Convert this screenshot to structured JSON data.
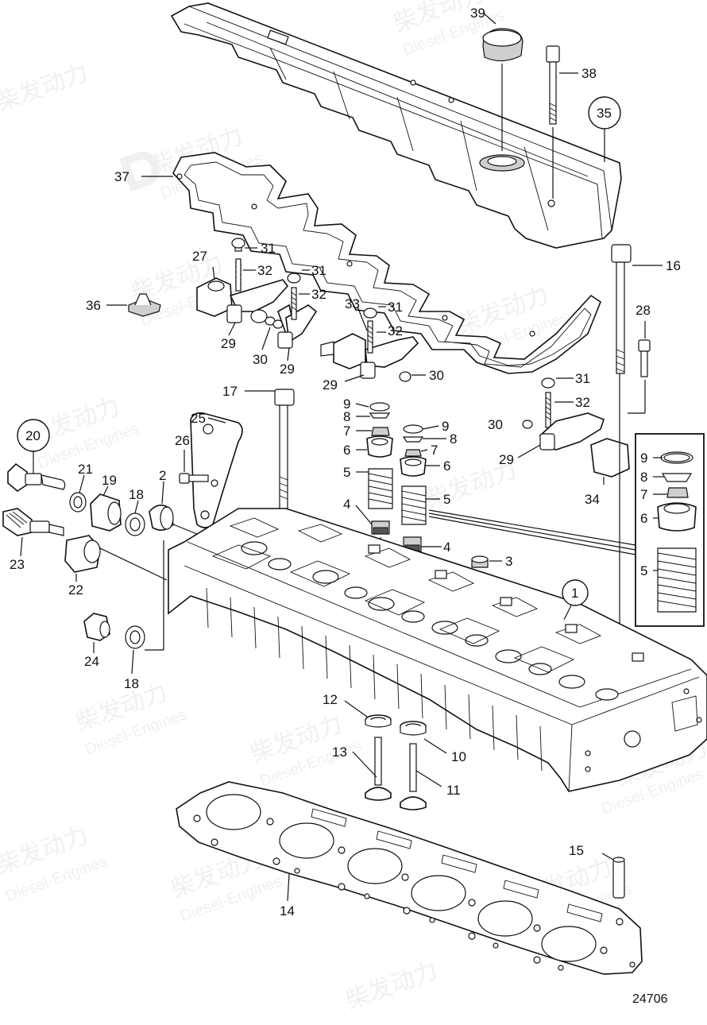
{
  "diagram": {
    "drawing_number": "24706",
    "watermark": {
      "cn": "柴发动力",
      "en": "Diesel-Engines"
    },
    "callouts": [
      {
        "id": "39",
        "text": "39"
      },
      {
        "id": "38",
        "text": "38"
      },
      {
        "id": "35",
        "text": "35",
        "circled": true
      },
      {
        "id": "37",
        "text": "37"
      },
      {
        "id": "16",
        "text": "16"
      },
      {
        "id": "27",
        "text": "27"
      },
      {
        "id": "31a",
        "text": "31"
      },
      {
        "id": "32a",
        "text": "32"
      },
      {
        "id": "31b",
        "text": "31"
      },
      {
        "id": "32b",
        "text": "32"
      },
      {
        "id": "33",
        "text": "33"
      },
      {
        "id": "31c",
        "text": "31"
      },
      {
        "id": "32c",
        "text": "32"
      },
      {
        "id": "36",
        "text": "36"
      },
      {
        "id": "29a",
        "text": "29"
      },
      {
        "id": "30a",
        "text": "30"
      },
      {
        "id": "29b",
        "text": "29"
      },
      {
        "id": "29c",
        "text": "29"
      },
      {
        "id": "30b",
        "text": "30"
      },
      {
        "id": "28",
        "text": "28"
      },
      {
        "id": "17",
        "text": "17"
      },
      {
        "id": "9a",
        "text": "9"
      },
      {
        "id": "8a",
        "text": "8"
      },
      {
        "id": "7a",
        "text": "7"
      },
      {
        "id": "6a",
        "text": "6"
      },
      {
        "id": "5a",
        "text": "5"
      },
      {
        "id": "4a",
        "text": "4"
      },
      {
        "id": "9b",
        "text": "9"
      },
      {
        "id": "8b",
        "text": "8"
      },
      {
        "id": "7b",
        "text": "7"
      },
      {
        "id": "6b",
        "text": "6"
      },
      {
        "id": "5b",
        "text": "5"
      },
      {
        "id": "4b",
        "text": "4"
      },
      {
        "id": "3",
        "text": "3"
      },
      {
        "id": "31d",
        "text": "31"
      },
      {
        "id": "32d",
        "text": "32"
      },
      {
        "id": "30c",
        "text": "30"
      },
      {
        "id": "29d",
        "text": "29"
      },
      {
        "id": "34",
        "text": "34"
      },
      {
        "id": "9c",
        "text": "9"
      },
      {
        "id": "8c",
        "text": "8"
      },
      {
        "id": "7c",
        "text": "7"
      },
      {
        "id": "6c",
        "text": "6"
      },
      {
        "id": "5c",
        "text": "5"
      },
      {
        "id": "25",
        "text": "25"
      },
      {
        "id": "26",
        "text": "26"
      },
      {
        "id": "20",
        "text": "20",
        "circled": true
      },
      {
        "id": "21",
        "text": "21"
      },
      {
        "id": "19",
        "text": "19"
      },
      {
        "id": "18a",
        "text": "18"
      },
      {
        "id": "2",
        "text": "2"
      },
      {
        "id": "23",
        "text": "23"
      },
      {
        "id": "22",
        "text": "22"
      },
      {
        "id": "24",
        "text": "24"
      },
      {
        "id": "18b",
        "text": "18"
      },
      {
        "id": "1",
        "text": "1",
        "circled": true
      },
      {
        "id": "12",
        "text": "12"
      },
      {
        "id": "10",
        "text": "10"
      },
      {
        "id": "13",
        "text": "13"
      },
      {
        "id": "11",
        "text": "11"
      },
      {
        "id": "15",
        "text": "15"
      },
      {
        "id": "14",
        "text": "14"
      }
    ]
  }
}
